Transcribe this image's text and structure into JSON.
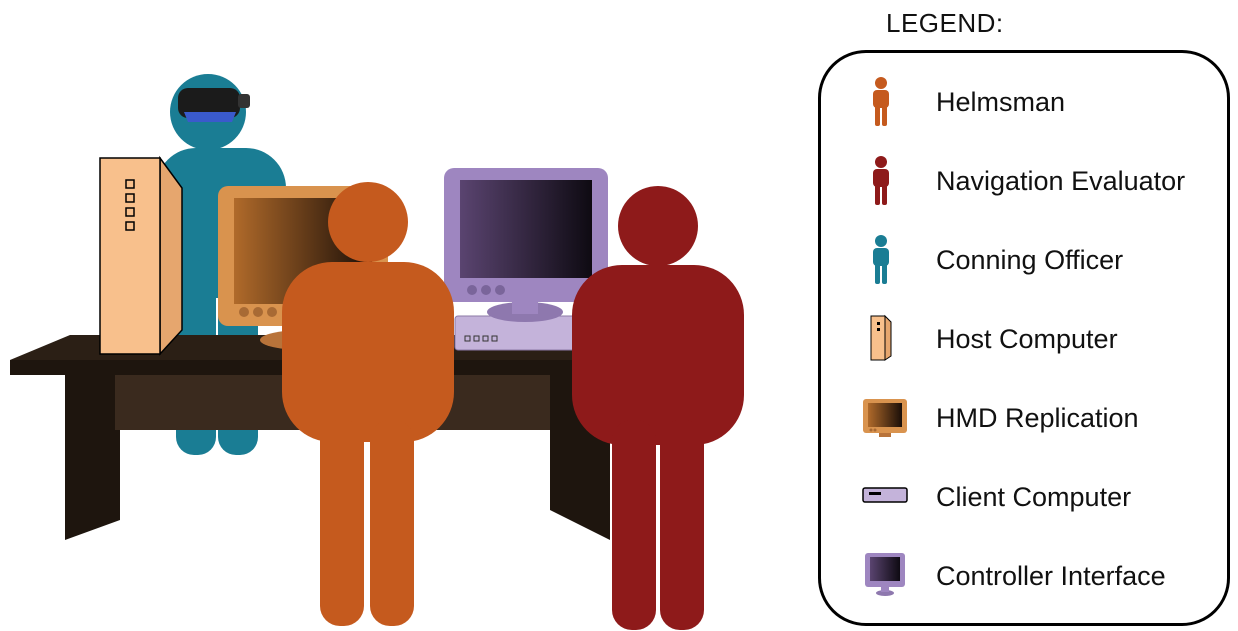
{
  "legend": {
    "title": "LEGEND:",
    "items": [
      {
        "label": "Helmsman",
        "icon": "helmsman-person-icon",
        "color": "#C55A1E"
      },
      {
        "label": "Navigation Evaluator",
        "icon": "navigation-evaluator-person-icon",
        "color": "#8E1A1A"
      },
      {
        "label": "Conning Officer",
        "icon": "conning-officer-person-icon",
        "color": "#1A7D94"
      },
      {
        "label": "Host Computer",
        "icon": "host-computer-tower-icon",
        "color": "#F8C08C"
      },
      {
        "label": "HMD Replication",
        "icon": "hmd-replication-monitor-icon",
        "color": "#D9934E"
      },
      {
        "label": "Client Computer",
        "icon": "client-computer-box-icon",
        "color": "#C4B3DA"
      },
      {
        "label": "Controller Interface",
        "icon": "controller-interface-monitor-icon",
        "color": "#9E86C0"
      }
    ]
  },
  "colors": {
    "helmsman": "#C55A1E",
    "navigation_evaluator": "#8E1A1A",
    "conning_officer": "#1A7D94",
    "host_computer": "#F8C08C",
    "hmd_replication": "#D9934E",
    "client_computer": "#C4B3DA",
    "controller_interface": "#9E86C0",
    "desk_top": "#2B1F15",
    "desk_body": "#3A2A1E"
  }
}
